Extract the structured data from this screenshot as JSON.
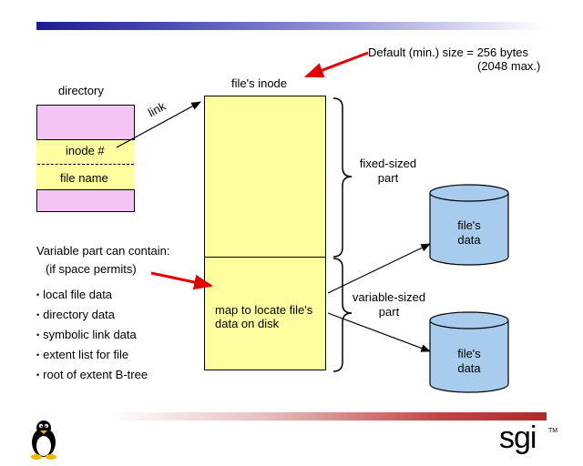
{
  "diagram": {
    "directory_label": "directory",
    "inode_field": "inode #",
    "filename_field": "file name",
    "link_label": "link",
    "inode_title": "file's inode",
    "default_size_line1": "Default (min.) size = 256 bytes",
    "default_size_line2": "(2048 max.)",
    "fixed_label_line1": "fixed-sized",
    "fixed_label_line2": "part",
    "variable_label_line1": "variable-sized",
    "variable_label_line2": "part",
    "map_text_line1": "map to locate file's",
    "map_text_line2": "data on disk",
    "data1_line1": "file's",
    "data1_line2": "data",
    "data2_line1": "file's",
    "data2_line2": "data",
    "variable_part_heading": "Variable part can contain:",
    "variable_part_sub": "(if space permits)",
    "variable_part_items": [
      "local file data",
      "directory data",
      "symbolic link data",
      "extent list for file",
      "root of extent B-tree"
    ]
  },
  "logo": {
    "brand": "sgi",
    "trademark": "TM"
  },
  "colors": {
    "yellow_fill": "#ffffa0",
    "pink_fill": "#f4c4f4",
    "cylinder_fill": "#a8cced",
    "red_arrow": "#e00000",
    "title_bar": "#1c1c90",
    "footer_bar": "#b02828"
  }
}
